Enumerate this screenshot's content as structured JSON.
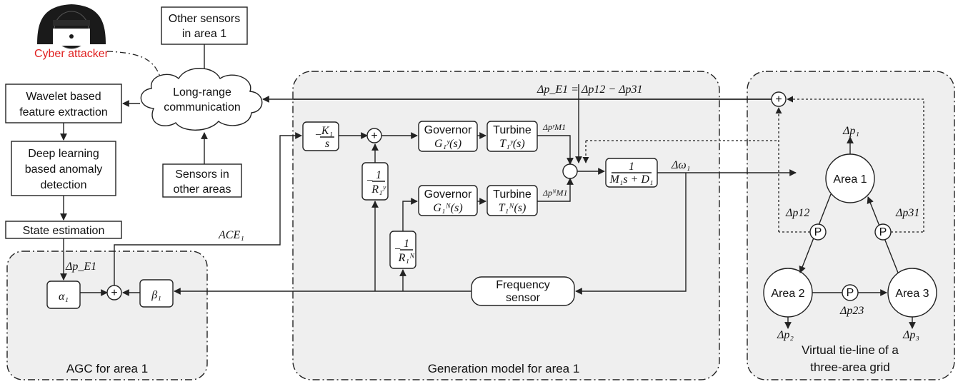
{
  "attacker": {
    "label": "Cyber attacker",
    "label_color": "#e02020"
  },
  "blocks": {
    "other_sensors": [
      "Other sensors",
      "in area 1"
    ],
    "cloud": [
      "Long-range",
      "communication"
    ],
    "sensors_other": [
      "Sensors in",
      "other areas"
    ],
    "wavelet": [
      "Wavelet based",
      "feature extraction"
    ],
    "deep": [
      "Deep learning",
      "based anomaly",
      "detection"
    ],
    "state": "State estimation",
    "governor1": "Governor",
    "governor1_tf": "G₁ʸ(s)",
    "turbine1": "Turbine",
    "turbine1_tf": "T₁ʸ(s)",
    "governor2": "Governor",
    "governor2_tf": "G₁ᴺ(s)",
    "turbine2": "Turbine",
    "turbine2_tf": "T₁ᴺ(s)",
    "freq_sensor": [
      "Frequency",
      "sensor"
    ]
  },
  "math": {
    "integrator_num": "K₁",
    "integrator_den": "s",
    "ry_den": "R₁ʸ",
    "rn_den": "R₁ᴺ",
    "one": "1",
    "minus": "−",
    "plant_den": "M₁s + D₁",
    "dp_e1_eq": "Δp_E1 = Δp12 − Δp31",
    "dp_my": "ΔpʸM1",
    "dp_mn": "ΔpᴺM1",
    "domega": "Δω₁",
    "ace": "ACE₁",
    "dp_e1": "Δp_E1",
    "alpha": "α₁",
    "beta": "β₁",
    "plus": "+"
  },
  "grid": {
    "area1": "Area 1",
    "area2": "Area 2",
    "area3": "Area 3",
    "p_symbol": "P",
    "dp1": "Δp₁",
    "dp2": "Δp₂",
    "dp3": "Δp₃",
    "dp12": "Δp12",
    "dp31": "Δp31",
    "dp23": "Δp23"
  },
  "regions": {
    "agc": "AGC for area 1",
    "gen": "Generation model for area 1",
    "tie": [
      "Virtual tie-line of a",
      "three-area grid"
    ]
  }
}
